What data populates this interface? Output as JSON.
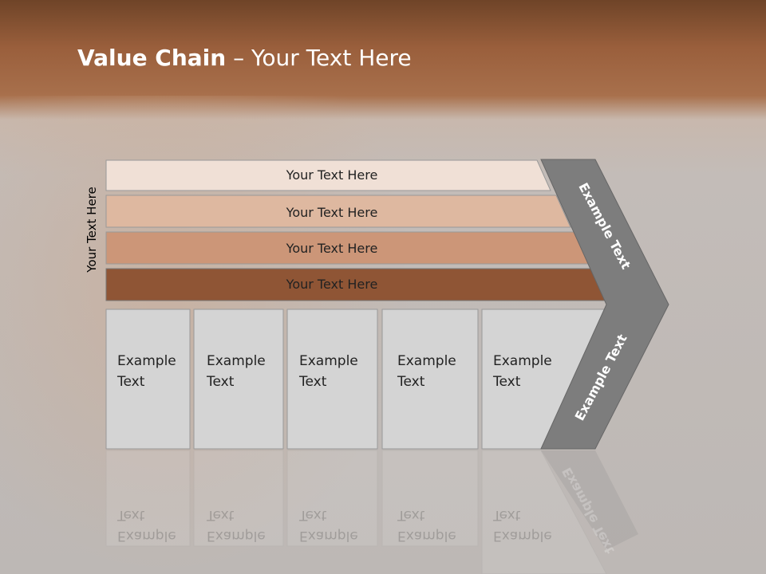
{
  "title": {
    "bold": "Value Chain",
    "rest": " – Your Text Here"
  },
  "side_label": "Your Text Here",
  "bars": [
    {
      "label": "Your Text Here",
      "color": "#f0e0d6"
    },
    {
      "label": "Your Text Here",
      "color": "#deb8a0"
    },
    {
      "label": "Your Text Here",
      "color": "#cc9678"
    },
    {
      "label": "Your Text Here",
      "color": "#8f5535"
    }
  ],
  "columns": [
    {
      "line1": "Example",
      "line2": "Text"
    },
    {
      "line1": "Example",
      "line2": "Text"
    },
    {
      "line1": "Example",
      "line2": "Text"
    },
    {
      "line1": "Example",
      "line2": "Text"
    },
    {
      "line1": "Example",
      "line2": "Text"
    }
  ],
  "chevron": {
    "upper_label": "Example Text",
    "lower_label": "Example Text",
    "color": "#7d7d7d"
  }
}
